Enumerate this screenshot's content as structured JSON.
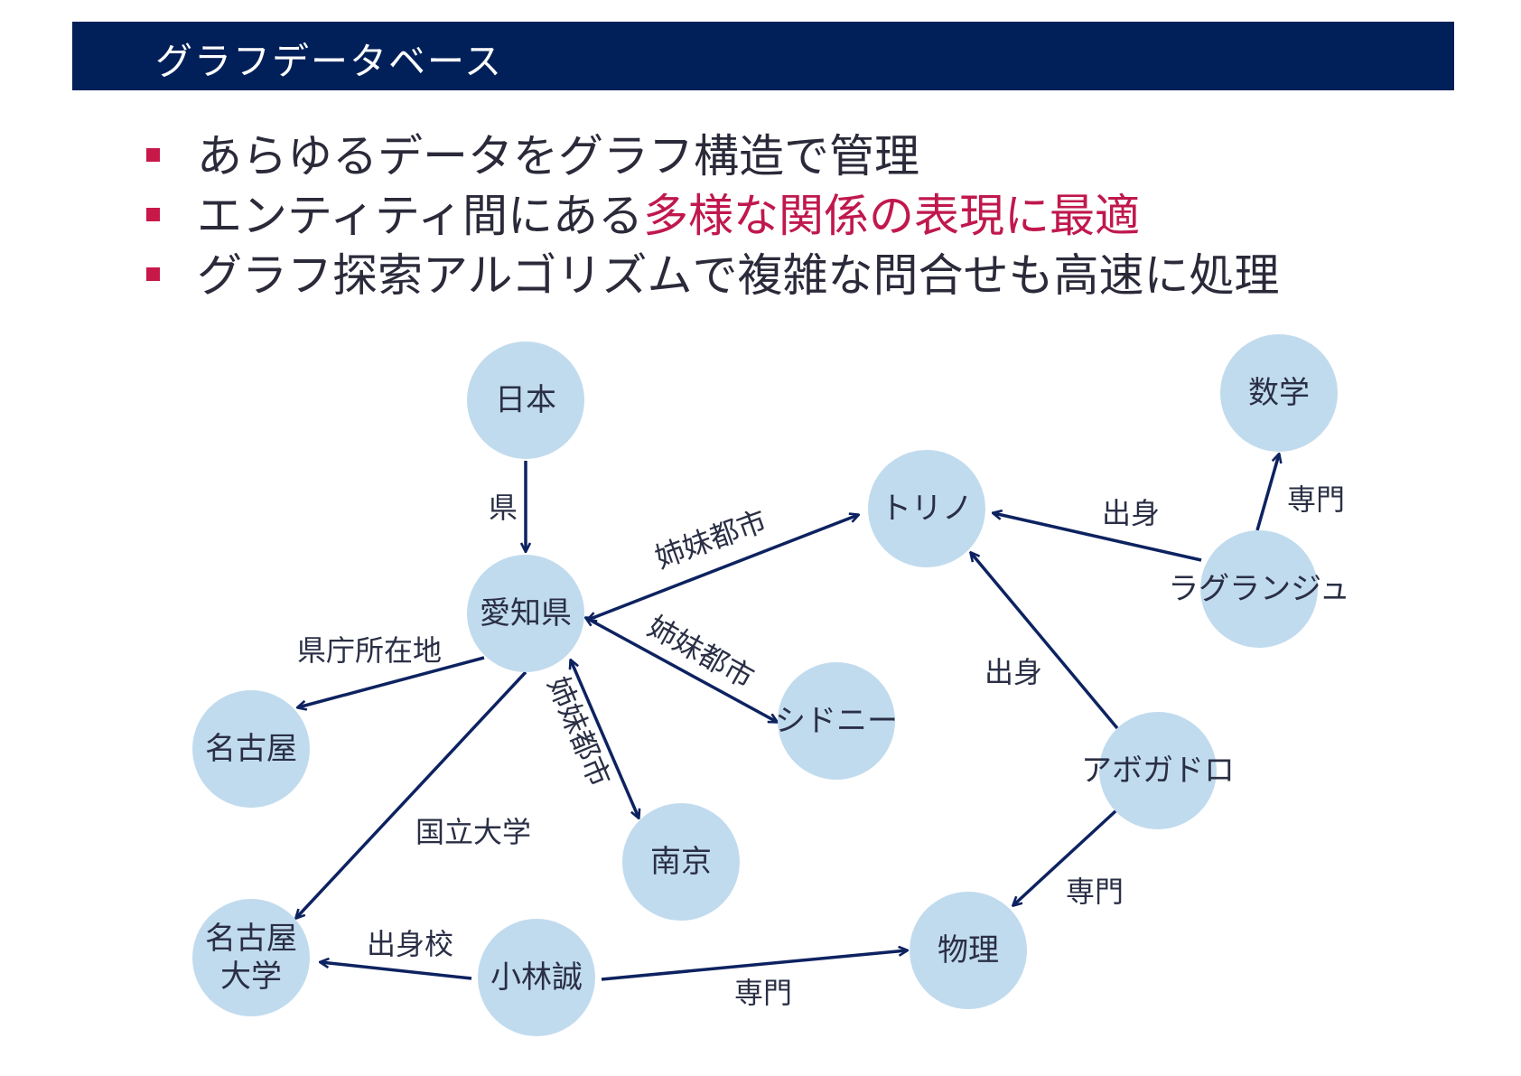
{
  "header": {
    "title": "グラフデータベース"
  },
  "bullets": [
    {
      "text": "あらゆるデータをグラフ構造で管理",
      "highlight": ""
    },
    {
      "text": "エンティティ間にある",
      "highlight": "多様な関係の表現に最適"
    },
    {
      "text": "グラフ探索アルゴリズムで複雑な問合せも高速に処理",
      "highlight": ""
    }
  ],
  "colors": {
    "title_bar": "#012059",
    "bullet_mark": "#c8184a",
    "highlight_text": "#c0184d",
    "node_fill": "#c1dbee",
    "edge": "#0d2260"
  },
  "graph": {
    "nodes": [
      {
        "id": "nihon",
        "lines": [
          "日本"
        ]
      },
      {
        "id": "aichi",
        "lines": [
          "愛知県"
        ]
      },
      {
        "id": "nagoya",
        "lines": [
          "名古屋"
        ]
      },
      {
        "id": "nagoya_univ",
        "lines": [
          "名古屋",
          "大学"
        ]
      },
      {
        "id": "nanjing",
        "lines": [
          "南京"
        ]
      },
      {
        "id": "sydney",
        "lines": [
          "シドニー"
        ]
      },
      {
        "id": "torino",
        "lines": [
          "トリノ"
        ]
      },
      {
        "id": "kobayashi",
        "lines": [
          "小林誠"
        ]
      },
      {
        "id": "butsuri",
        "lines": [
          "物理"
        ]
      },
      {
        "id": "avogadro",
        "lines": [
          "アボガドロ"
        ]
      },
      {
        "id": "lagrange",
        "lines": [
          "ラグランジュ"
        ]
      },
      {
        "id": "sugaku",
        "lines": [
          "数学"
        ]
      }
    ],
    "edges": [
      {
        "from": "nihon",
        "to": "aichi",
        "label": "県",
        "bidirectional": false
      },
      {
        "from": "aichi",
        "to": "nagoya",
        "label": "県庁所在地",
        "bidirectional": false
      },
      {
        "from": "aichi",
        "to": "nagoya_univ",
        "label": "国立大学",
        "bidirectional": false
      },
      {
        "from": "aichi",
        "to": "torino",
        "label": "姉妹都市",
        "bidirectional": true
      },
      {
        "from": "aichi",
        "to": "sydney",
        "label": "姉妹都市",
        "bidirectional": true
      },
      {
        "from": "aichi",
        "to": "nanjing",
        "label": "姉妹都市",
        "bidirectional": true
      },
      {
        "from": "kobayashi",
        "to": "nagoya_univ",
        "label": "出身校",
        "bidirectional": false
      },
      {
        "from": "kobayashi",
        "to": "butsuri",
        "label": "専門",
        "bidirectional": false
      },
      {
        "from": "avogadro",
        "to": "torino",
        "label": "出身",
        "bidirectional": false
      },
      {
        "from": "avogadro",
        "to": "butsuri",
        "label": "専門",
        "bidirectional": false
      },
      {
        "from": "lagrange",
        "to": "torino",
        "label": "出身",
        "bidirectional": false
      },
      {
        "from": "lagrange",
        "to": "sugaku",
        "label": "専門",
        "bidirectional": false
      }
    ]
  }
}
